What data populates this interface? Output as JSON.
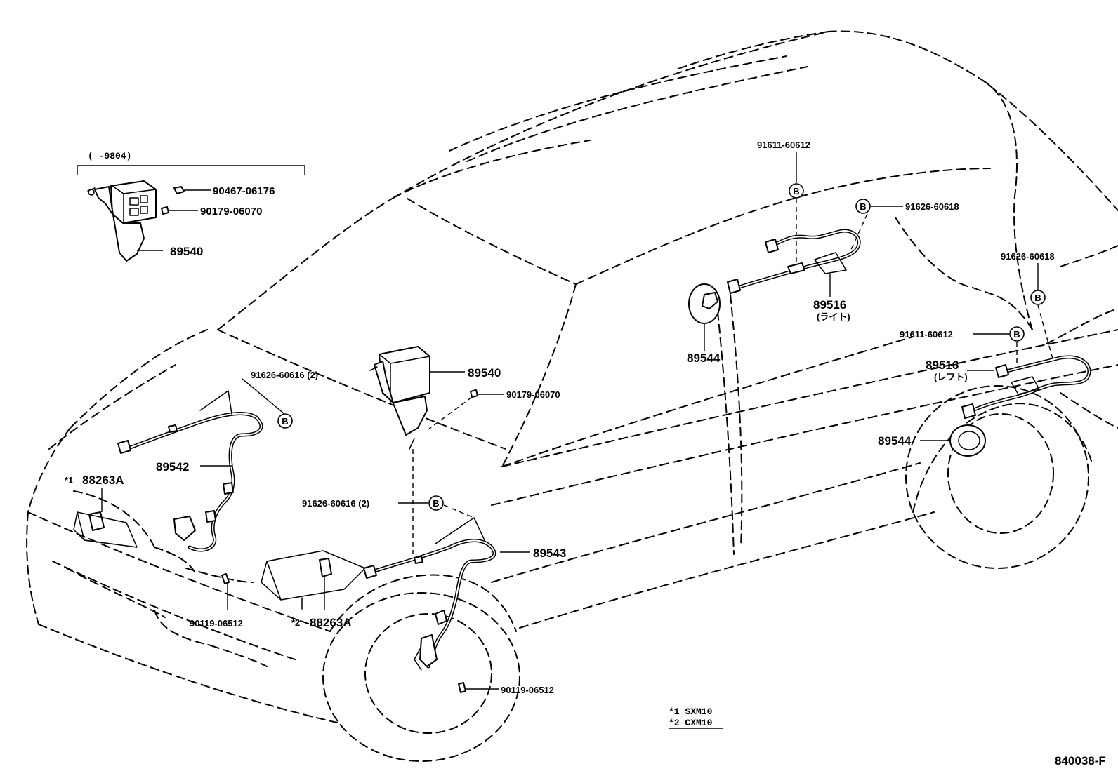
{
  "labels": {
    "bracket_range": "(      -9804)",
    "p_90467_06176": "90467-06176",
    "p_90179_06070_a": "90179-06070",
    "p_89540_a": "89540",
    "p_89540_b": "89540",
    "p_90179_06070_b": "90179-06070",
    "p_91626_60616_a": "91626-60616 (2)",
    "p_91626_60616_b": "91626-60616 (2)",
    "p_89542": "89542",
    "p_88263A_1": "88263A",
    "star_1": "*1",
    "p_88263A_2": "88263A",
    "star_2": "*2",
    "p_90119_06512_a": "90119-06512",
    "p_90119_06512_b": "90119-06512",
    "p_89543": "89543",
    "p_91611_60612_a": "91611-60612",
    "p_91626_60618_a": "91626-60618",
    "p_91626_60618_b": "91626-60618",
    "p_89516_right": "89516",
    "p_89516_right_sub": "(ライト)",
    "p_89544_a": "89544",
    "p_91611_60612_b": "91611-60612",
    "p_89516_left": "89516",
    "p_89516_left_sub": "(レフト)",
    "p_89544_b": "89544",
    "b_marker": "B",
    "legend_1": "*1  SXM10",
    "legend_2": "*2  CXM10",
    "figure_id": "840038-F"
  },
  "colors": {
    "ink": "#000000",
    "paper": "#ffffff"
  }
}
